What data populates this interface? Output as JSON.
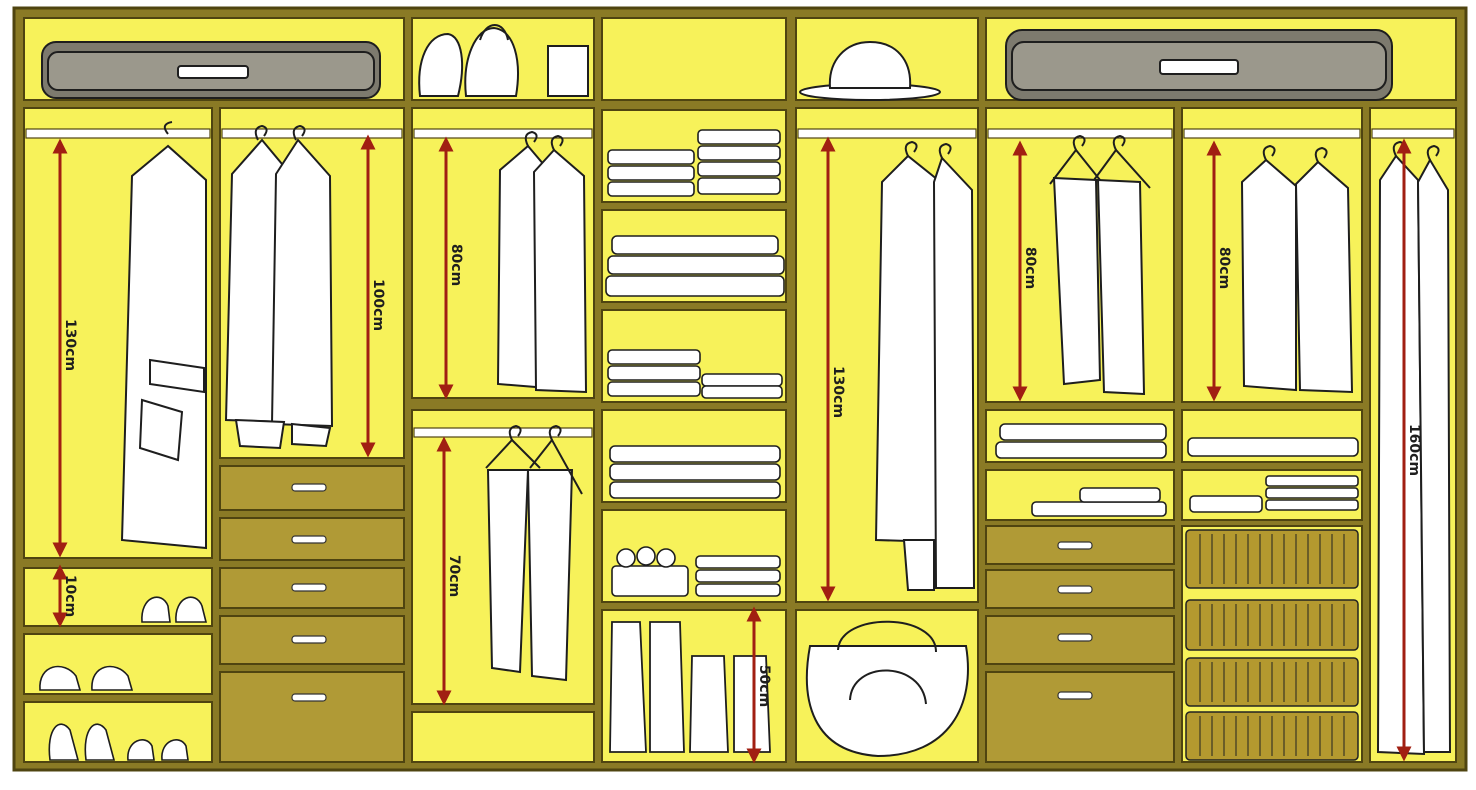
{
  "colors": {
    "frame": "#8a7a25",
    "frame_dark": "#4f4410",
    "interior": "#f7f25a",
    "drawer": "#b09a36",
    "arrow": "#a11f12",
    "clothing": "#ffffff",
    "outline": "#1e1e1e",
    "suitcase": "#7d7a6e",
    "basket": "#b4992f"
  },
  "dimensions": {
    "coat_left": "130cm",
    "jackets": "100cm",
    "shirts_upper": "80cm",
    "trousers_lower": "70cm",
    "coat_center": "130cm",
    "trousers_right": "80cm",
    "jumpers_right": "80cm",
    "dress_long": "160cm",
    "shoe_shelf": "10cm",
    "boots": "50cm"
  },
  "icons": [
    "suitcase-icon",
    "backpack-icon",
    "hat-icon",
    "coat-icon",
    "jacket-icon",
    "shirt-icon",
    "trousers-icon",
    "folded-clothes-icon",
    "shoes-icon",
    "boots-icon",
    "handbag-icon",
    "basket-icon",
    "drawer-handle-icon"
  ]
}
